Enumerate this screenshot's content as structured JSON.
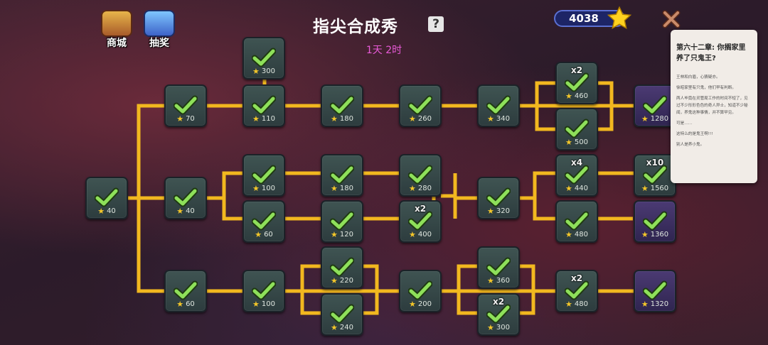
{
  "header": {
    "title": "指尖合成秀",
    "help_label": "?",
    "timer": "1天 2时",
    "store_label": "商城",
    "lottery_label": "抽奖",
    "currency": "4038",
    "close_label": "✕"
  },
  "icons": {
    "check": "check-icon",
    "star": "star-icon",
    "store": "store-icon",
    "lottery": "slot-machine-icon"
  },
  "colors": {
    "connector": "#f2b81f",
    "check": "#7ed64a",
    "star": "#f3c62a",
    "timer": "#e95ad8",
    "currency_bg": "#1d2566"
  },
  "nodes": [
    {
      "id": "root",
      "cost": "40",
      "mult": "",
      "done": true
    },
    {
      "id": "r1c1",
      "cost": "70",
      "mult": "",
      "done": true
    },
    {
      "id": "r1c2",
      "cost": "110",
      "mult": "",
      "done": true
    },
    {
      "id": "r1c2-top",
      "cost": "300",
      "mult": "",
      "done": true
    },
    {
      "id": "r1c3",
      "cost": "180",
      "mult": "",
      "done": true
    },
    {
      "id": "r1c4",
      "cost": "260",
      "mult": "",
      "done": true
    },
    {
      "id": "r1c5",
      "cost": "340",
      "mult": "",
      "done": true
    },
    {
      "id": "r1c6a",
      "cost": "460",
      "mult": "x2",
      "done": true
    },
    {
      "id": "r1c6b",
      "cost": "500",
      "mult": "",
      "done": true
    },
    {
      "id": "r1c7",
      "cost": "1280",
      "mult": "",
      "done": true
    },
    {
      "id": "r2c1",
      "cost": "40",
      "mult": "",
      "done": true
    },
    {
      "id": "r2c2a",
      "cost": "100",
      "mult": "",
      "done": true
    },
    {
      "id": "r2c2b",
      "cost": "60",
      "mult": "",
      "done": true
    },
    {
      "id": "r2c3a",
      "cost": "180",
      "mult": "",
      "done": true
    },
    {
      "id": "r2c3b",
      "cost": "120",
      "mult": "",
      "done": true
    },
    {
      "id": "r2c4a",
      "cost": "280",
      "mult": "",
      "done": true
    },
    {
      "id": "r2c4b",
      "cost": "400",
      "mult": "x2",
      "done": true
    },
    {
      "id": "r2c5",
      "cost": "320",
      "mult": "",
      "done": true
    },
    {
      "id": "r2c6a",
      "cost": "440",
      "mult": "x4",
      "done": true
    },
    {
      "id": "r2c6b",
      "cost": "480",
      "mult": "",
      "done": true
    },
    {
      "id": "r2c7a",
      "cost": "1560",
      "mult": "x10",
      "done": true
    },
    {
      "id": "r2c7b",
      "cost": "1360",
      "mult": "",
      "done": true
    },
    {
      "id": "r3c1",
      "cost": "60",
      "mult": "",
      "done": true
    },
    {
      "id": "r3c2",
      "cost": "100",
      "mult": "",
      "done": true
    },
    {
      "id": "r3c3a",
      "cost": "220",
      "mult": "",
      "done": true
    },
    {
      "id": "r3c3b",
      "cost": "240",
      "mult": "",
      "done": true
    },
    {
      "id": "r3c4",
      "cost": "200",
      "mult": "",
      "done": true
    },
    {
      "id": "r3c5a",
      "cost": "360",
      "mult": "",
      "done": true
    },
    {
      "id": "r3c5b",
      "cost": "300",
      "mult": "x2",
      "done": true
    },
    {
      "id": "r3c6",
      "cost": "480",
      "mult": "x2",
      "done": true
    },
    {
      "id": "r3c7",
      "cost": "1320",
      "mult": "",
      "done": true
    }
  ],
  "story": {
    "title": "第六十二章: 你搁家里养了只鬼王?",
    "paragraphs": [
      "王林和白眉，心猜疑亦。",
      "徐昭家里有只鬼，他们早有判断。",
      "两人毕竟在灵管局工作的时间不短了，见过不少形形色色的奇人异士，知道不少秘闻，养鬼这种事情，并不算罕见。",
      "可是……",
      "这特么的是鬼王啊!!!",
      "别人是养小鬼。"
    ]
  }
}
